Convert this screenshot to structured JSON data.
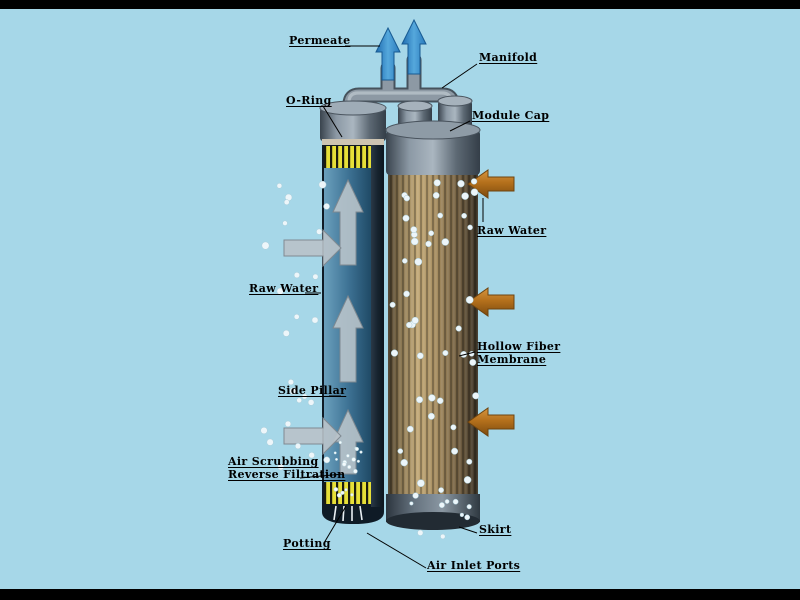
{
  "labels": {
    "permeate": "Permeate",
    "manifold": "Manifold",
    "o_ring": "O-Ring",
    "module_cap": "Module Cap",
    "raw_water_right": "Raw Water",
    "raw_water_left": "Raw Water",
    "hollow_fiber_membrane": "Hollow Fiber\nMembrane",
    "side_pillar": "Side Pillar",
    "air_scrubbing_reverse_filtration": "Air Scrubbing\nReverse Filtration",
    "potting": "Potting",
    "skirt": "Skirt",
    "air_inlet_ports": "Air Inlet Ports"
  },
  "colors": {
    "background": "#a6d7e8",
    "frame": "#000000",
    "label_text": "#000000",
    "permeate_arrow": "#3e8fca",
    "raw_water_arrow": "#b06a1a",
    "potting_yellow": "#e6df38",
    "membrane_tan": "#b49a6e",
    "module_gray": "#8d99a4",
    "interior_blue": "#3f7496",
    "bubble_white": "#edf6fa"
  }
}
